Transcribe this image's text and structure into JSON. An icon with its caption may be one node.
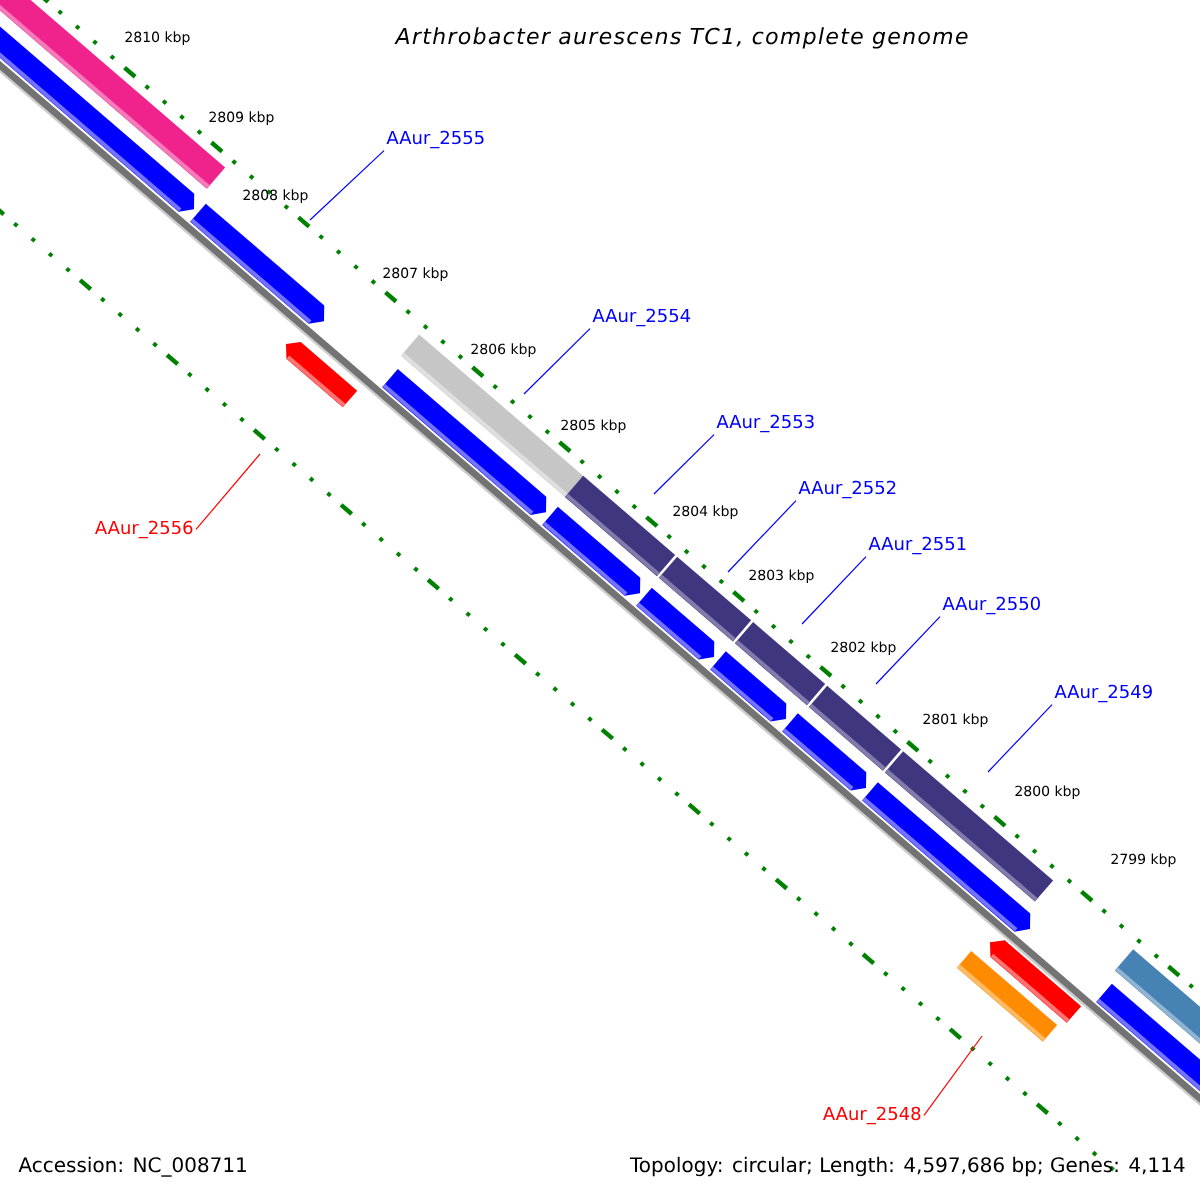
{
  "diagram": {
    "title": "Arthrobacter aurescens TC1, complete genome",
    "nodes": [
      {
        "text": [
          "AAur_2555"
        ]
      },
      {
        "text": [
          "AAur_2554"
        ]
      },
      {
        "text": [
          "AAur_2553"
        ]
      },
      {
        "text": [
          "AAur_2552"
        ]
      },
      {
        "text": [
          "AAur_2556"
        ]
      },
      {
        "text": [
          "AAur_2551"
        ]
      },
      {
        "text": [
          "AAur_2550"
        ]
      },
      {
        "text": [
          "AAur_2549"
        ]
      },
      {
        "text": [
          "AAur_2548"
        ]
      }
    ],
    "edges": [
      {
        "from": 0,
        "to": null,
        "arrow": "none"
      },
      {
        "from": 1,
        "to": null,
        "arrow": "none"
      },
      {
        "from": 2,
        "to": null,
        "arrow": "none"
      },
      {
        "from": 3,
        "to": null,
        "arrow": "none"
      },
      {
        "from": 4,
        "to": null,
        "arrow": "none",
        "color": "#ff0000"
      },
      {
        "from": 5,
        "to": null,
        "arrow": "none"
      },
      {
        "from": 6,
        "to": null,
        "arrow": "none"
      },
      {
        "from": 7,
        "to": null,
        "arrow": "none"
      },
      {
        "from": 8,
        "to": null,
        "arrow": "none",
        "color": "#ff0000"
      }
    ],
    "labels": [
      "2810 kbp",
      "2809 kbp",
      "2808 kbp",
      "2807 kbp",
      "2806 kbp",
      "2805 kbp",
      "2804 kbp",
      "2803 kbp",
      "2802 kbp",
      "2801 kbp",
      "2800 kbp",
      "2799 kbp",
      "Accession: NC_008711",
      "Topology: circular; Length: 4,597,686 bp; Genes: 4,114"
    ]
  }
}
